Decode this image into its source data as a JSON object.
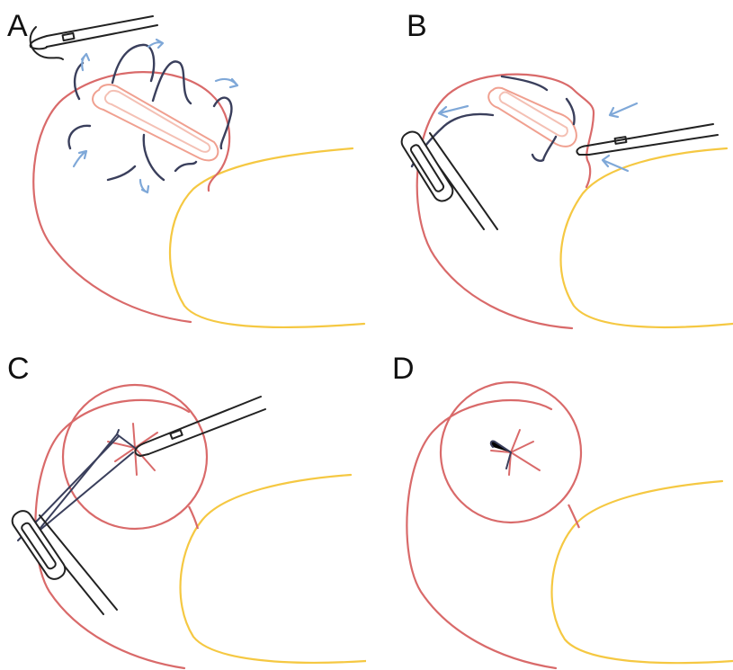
{
  "panels": {
    "a": {
      "label": "A"
    },
    "b": {
      "label": "B"
    },
    "c": {
      "label": "C"
    },
    "d": {
      "label": "D"
    }
  },
  "colors": {
    "stomach_outline": "#d96a6a",
    "defect": "#f2b3a8",
    "adjacent_organ": "#f5c842",
    "suture": "#3a3f5c",
    "arrow": "#7fa8d8",
    "instrument": "#222222"
  }
}
